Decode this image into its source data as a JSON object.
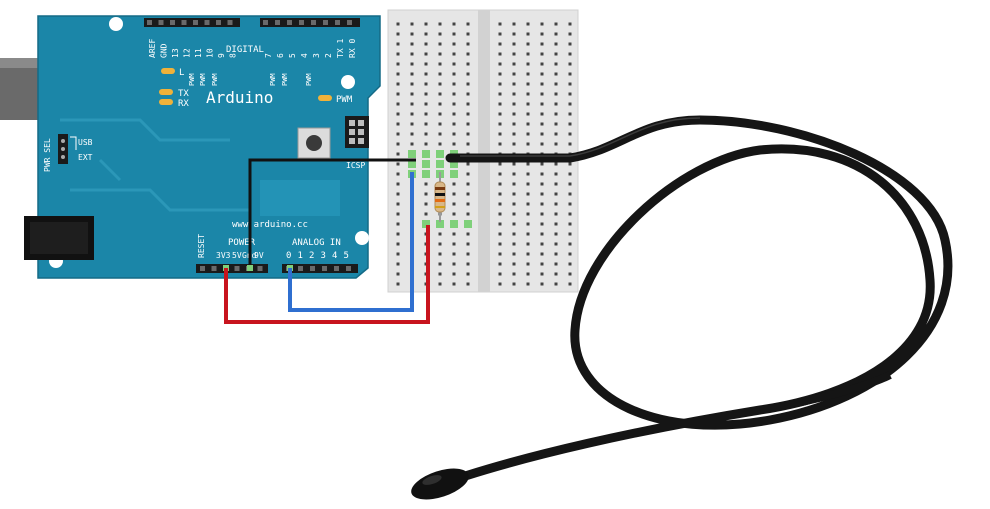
{
  "board": {
    "name": "Arduino",
    "website": "www.arduino.cc",
    "color": "#1b86a8",
    "header_digital_label": "DIGITAL",
    "digital_pins_left": [
      "AREF",
      "GND",
      "13",
      "12",
      "11",
      "10",
      "9",
      "8"
    ],
    "digital_pins_right": [
      "7",
      "6",
      "5",
      "4",
      "3",
      "2",
      "1",
      "0"
    ],
    "tx_pin_label": "TX",
    "rx_pin_label": "RX",
    "pwm_marks": [
      "PWM",
      "PWM",
      "PWM",
      "PWM",
      "PWM",
      "PWM"
    ],
    "led_labels": {
      "l": "L",
      "tx": "TX",
      "rx": "RX",
      "pwm": "PWM"
    },
    "pwr_sel_label": "PWR SEL",
    "usb_label": "USB",
    "ext_label": "EXT",
    "icsp_label": "ICSP",
    "reset_label": "RESET",
    "power_label": "POWER",
    "power_pins": [
      "3V3",
      "5V",
      "Gnd",
      "9V"
    ],
    "analog_label": "ANALOG IN",
    "analog_pins": [
      "0",
      "1",
      "2",
      "3",
      "4",
      "5"
    ]
  },
  "wire_colors": {
    "black": "#111111",
    "red": "#c8141e",
    "blue": "#2f6fd0"
  },
  "colors": {
    "breadboard": "#e6e6e6",
    "hole": "#444444",
    "highlight": "#7fd07a",
    "probe_cable": "#151515"
  }
}
